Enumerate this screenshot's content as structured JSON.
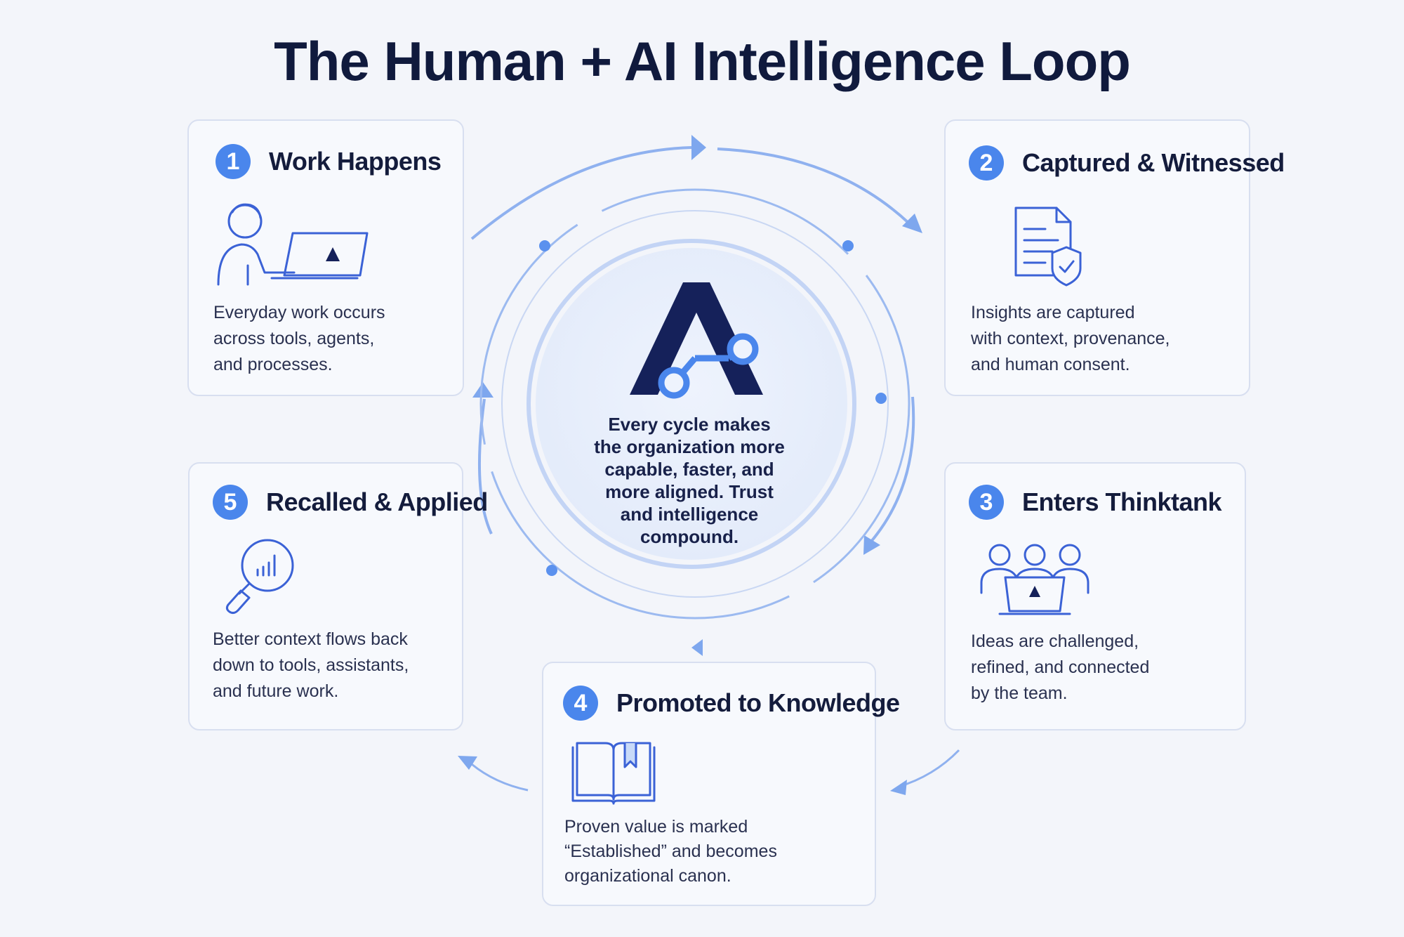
{
  "title": "The Human + AI Intelligence Loop",
  "center": {
    "lines": [
      "Every cycle makes",
      "the organization more",
      "capable, faster, and",
      "more aligned. Trust",
      "and intelligence",
      "compound."
    ]
  },
  "steps": [
    {
      "number": "1",
      "title": "Work Happens",
      "icon": "person-laptop-icon",
      "lines": [
        "Everyday work occurs",
        "across tools, agents,",
        "and processes."
      ]
    },
    {
      "number": "2",
      "title": "Captured & Witnessed",
      "icon": "document-shield-icon",
      "lines": [
        "Insights are captured",
        "with context, provenance,",
        "and human consent."
      ]
    },
    {
      "number": "3",
      "title": "Enters Thinktank",
      "icon": "team-laptop-icon",
      "lines": [
        "Ideas are challenged,",
        "refined, and connected",
        "by the team."
      ]
    },
    {
      "number": "4",
      "title": "Promoted to Knowledge",
      "icon": "book-bookmark-icon",
      "lines": [
        "Proven value is marked",
        "“Established” and becomes",
        "organizational canon."
      ]
    },
    {
      "number": "5",
      "title": "Recalled & Applied",
      "icon": "magnifier-chart-icon",
      "lines": [
        "Better context flows back",
        "down to tools, assistants,",
        "and future work."
      ]
    }
  ],
  "colors": {
    "accent": "#4a86ec",
    "navy": "#141c3c",
    "flow": "#7ea7ee",
    "card_border": "#d8dff0"
  }
}
